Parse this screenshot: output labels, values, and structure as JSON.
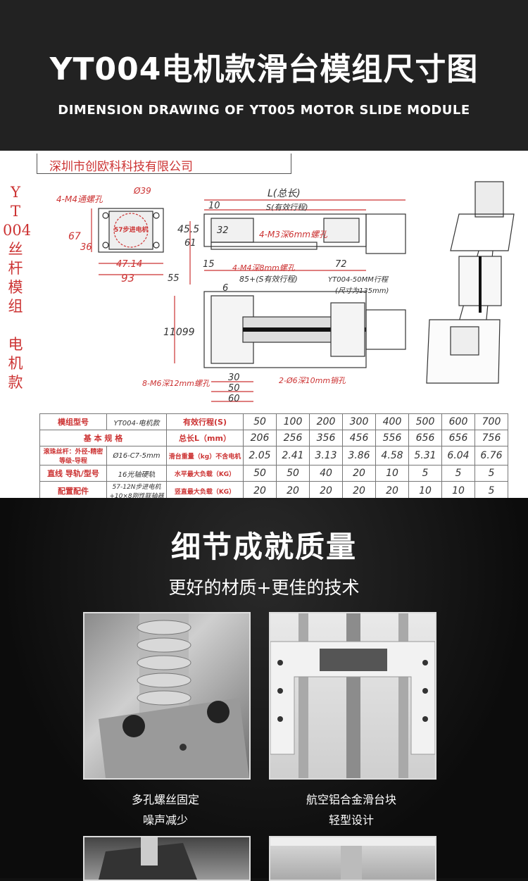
{
  "header": {
    "title": "YT004电机款滑台模组尺寸图",
    "subtitle": "DIMENSION DRAWING OF YT005 MOTOR SLIDE MODULE"
  },
  "drawing": {
    "company": "深圳市创欧科科技有限公司",
    "vertical_label": [
      "Y",
      "T",
      "004",
      "丝",
      "杆",
      "模",
      "组",
      "",
      "电",
      "机",
      "款"
    ],
    "labels": {
      "m4_through": "4-M4通螺孔",
      "dia39": "Ø39",
      "d67": "67",
      "d36": "36",
      "d47": "47.14",
      "d93": "93",
      "motor_tag": "57步进电机",
      "L_total": "L(总长)",
      "d10": "10",
      "s_stroke": "S(有效行程)",
      "d45": "45.5",
      "d32": "32",
      "m3": "4-M3深6mm螺孔",
      "d61": "61",
      "d15": "15",
      "m4_8": "4-M4深8mm螺孔",
      "d72": "72",
      "d55": "55",
      "s85": "85+(S有效行程)",
      "yt_note1": "YT004-50MM行程",
      "yt_note2": "(尺寸为135mm)",
      "d6": "6",
      "d11099": "11099",
      "m6": "8-M6深12mm螺孔",
      "phi6": "2-Ø6深10mm销孔",
      "d30": "30",
      "d50": "50",
      "d60": "60"
    }
  },
  "table": {
    "rows": [
      {
        "label": "模组型号",
        "value": "YT004-电机款",
        "label2": "有效行程(S)",
        "nums": [
          "50",
          "100",
          "200",
          "300",
          "400",
          "500",
          "600",
          "700"
        ]
      },
      {
        "label": "基 本 规 格",
        "value": "",
        "label2": "总长L（mm）",
        "nums": [
          "206",
          "256",
          "356",
          "456",
          "556",
          "656",
          "656",
          "756"
        ]
      },
      {
        "label": "滚珠丝杆：外径-精密等级-导程",
        "value": "Ø16-C7-5mm",
        "label2": "滑台重量（kg）不含电机",
        "nums": [
          "2.05",
          "2.41",
          "3.13",
          "3.86",
          "4.58",
          "5.31",
          "6.04",
          "6.76"
        ]
      },
      {
        "label": "直线 导轨/型号",
        "value": "16光轴硬轨",
        "label2": "水平最大负载（KG）",
        "nums": [
          "50",
          "50",
          "40",
          "20",
          "10",
          "5",
          "5",
          "5"
        ]
      },
      {
        "label": "配置配件",
        "value": "57-12N步进电机+10×8刚性联轴器",
        "label2": "竖直最大负载（KG）",
        "nums": [
          "20",
          "20",
          "20",
          "20",
          "20",
          "10",
          "10",
          "5"
        ]
      }
    ]
  },
  "lower": {
    "title": "细节成就质量",
    "subtitle": "更好的材质+更佳的技术",
    "captions": [
      {
        "line1": "多孔螺丝固定",
        "line2": "噪声减少"
      },
      {
        "line1": "航空铝合金滑台块",
        "line2": "轻型设计"
      }
    ]
  }
}
